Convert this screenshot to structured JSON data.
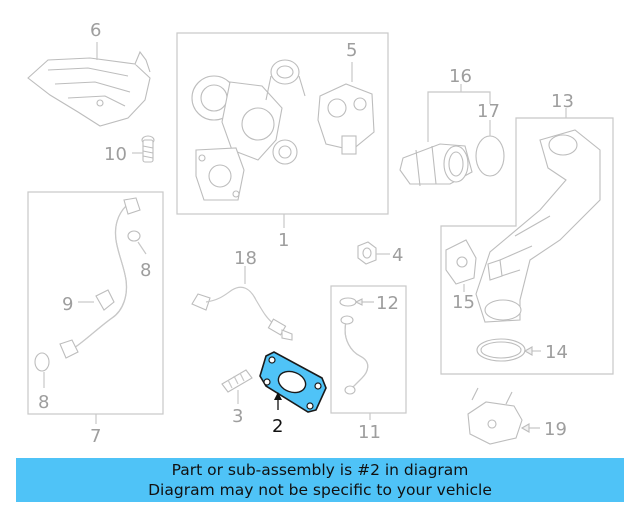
{
  "callouts": {
    "c1": "1",
    "c2": "2",
    "c3": "3",
    "c4": "4",
    "c5": "5",
    "c6": "6",
    "c7": "7",
    "c8a": "8",
    "c8b": "8",
    "c9": "9",
    "c10": "10",
    "c11": "11",
    "c12": "12",
    "c13": "13",
    "c14": "14",
    "c15": "15",
    "c16": "16",
    "c17": "17",
    "c18": "18",
    "c19": "19"
  },
  "highlight": {
    "part": "2",
    "color": "#4fc3f7"
  },
  "banner": {
    "line1": "Part or sub-assembly is #2 in diagram",
    "line2": "Diagram may not be specific to your vehicle",
    "color": "#4fc3f7"
  }
}
